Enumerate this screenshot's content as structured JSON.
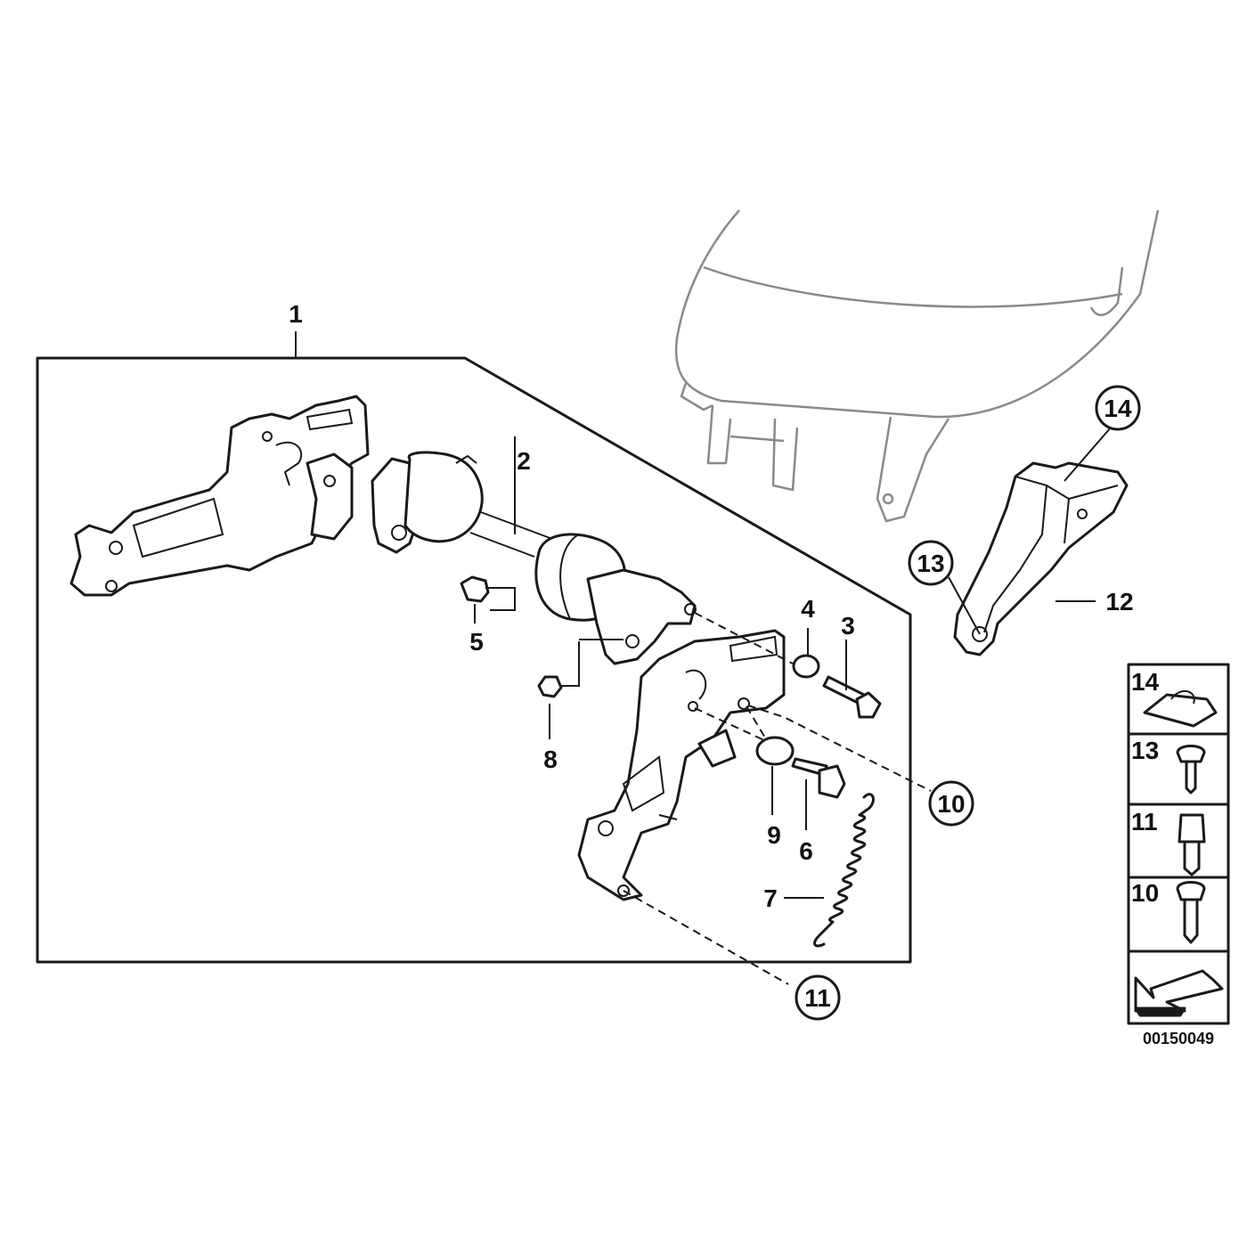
{
  "diagram_id": "00150049",
  "callouts": [
    "1",
    "2",
    "3",
    "4",
    "5",
    "6",
    "7",
    "8",
    "9",
    "10",
    "11",
    "12",
    "13",
    "14"
  ],
  "legend": [
    "14",
    "13",
    "11",
    "10"
  ]
}
